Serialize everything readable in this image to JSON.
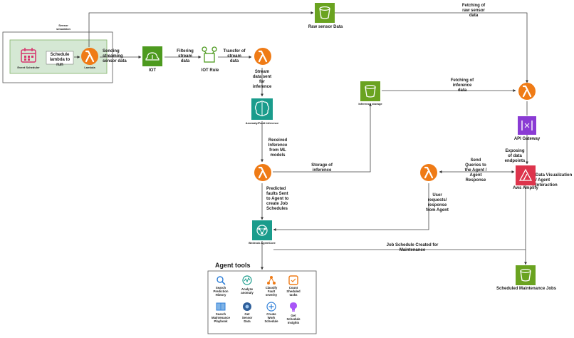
{
  "colors": {
    "lambda": "#ef7b16",
    "storage": "#6aa320",
    "iot": "#4d9a1f",
    "ml": "#1a9c8c",
    "apigw": "#8a3bd4",
    "amplify": "#dd344c",
    "scheduler": "#d6336c",
    "sim_fill": "#d5e8d4",
    "sim_stroke": "#82b366"
  },
  "simulation": {
    "label": "Sensor\nsimulation"
  },
  "nodes": {
    "event_scheduler": {
      "label": "Event Scheduler",
      "icon": "calendar-icon"
    },
    "schedule_lambda_box": {
      "label": "Schedule\nlambda to run"
    },
    "lambda_sim": {
      "label": "Lambda",
      "icon": "lambda-icon"
    },
    "raw_sensor_data": {
      "label": "Raw sensor Data",
      "icon": "bucket-icon"
    },
    "iot": {
      "label": "IOT",
      "icon": "iot-core-icon"
    },
    "iot_rule": {
      "label": "IOT Rule",
      "icon": "iot-rule-icon"
    },
    "lambda_transfer": {
      "label": "",
      "icon": "lambda-icon"
    },
    "anomaly_inference": {
      "label": "Anomaly/Fault Inference",
      "icon": "ml-brain-icon"
    },
    "lambda_inference": {
      "label": "",
      "icon": "lambda-icon"
    },
    "inference_storage": {
      "label": "Inference storage",
      "icon": "bucket-icon"
    },
    "lambda_fetch": {
      "label": "",
      "icon": "lambda-icon"
    },
    "api_gateway": {
      "label": "API Gateway",
      "icon": "api-gateway-icon"
    },
    "amplify": {
      "label": "Aws Amplify",
      "icon": "amplify-icon"
    },
    "amplify_side": {
      "label": "Data Visualization\n/ Agent Interaction"
    },
    "lambda_agent": {
      "label": "",
      "icon": "lambda-icon"
    },
    "bedrock": {
      "label": "Bedrock AgentCore",
      "icon": "bedrock-icon"
    },
    "scheduled_jobs": {
      "label": "Scheduled Maintenance Jobs",
      "icon": "bucket-icon"
    }
  },
  "edges": {
    "fetch_raw": "Fetching of\nraw sensor\ndata",
    "sending": "Sending\nstreaming\nsensor data",
    "filtering": "Filtering\nstream\ndata",
    "transfer": "Transfer of\nstream\ndata",
    "stream_sent": "Stream\ndata sent\nfor\ninference",
    "received": "Received\nInference\nfrom ML\nmodels",
    "storage_inf": "Storage of\ninference",
    "fetch_inf": "Fetching of\ninference\ndata",
    "exposing": "Exposing\nof data\nendpoints",
    "send_queries": "Send\nQueries to\nthe Agent /\nAgent\nResponse",
    "user_requests": "User\nrequests/\nresponse\nfrom Agent",
    "predicted": "Predicted\nfaults Sent\nto Agent to\ncreate Job\nSchedules",
    "job_schedule": "Job Schedule Created for\nMaintenance"
  },
  "agent_tools": {
    "title": "Agent tools",
    "items": [
      {
        "label": "Search\nPrediction\nHistory",
        "icon": "search-icon"
      },
      {
        "label": "Analyze\nanomaly",
        "icon": "analyze-icon"
      },
      {
        "label": "Classify\nFault\nseverity",
        "icon": "classify-icon"
      },
      {
        "label": "Count\nSheduled\ntasks",
        "icon": "count-tasks-icon"
      },
      {
        "label": "Search\nMaintenance\nPlaybook",
        "icon": "playbook-icon"
      },
      {
        "label": "Get\nSensor\nData",
        "icon": "sensor-data-icon"
      },
      {
        "label": "Create\nWork\nSchedule",
        "icon": "create-schedule-icon"
      },
      {
        "label": "Get\nSchedule\nInsights",
        "icon": "insights-icon"
      }
    ]
  }
}
